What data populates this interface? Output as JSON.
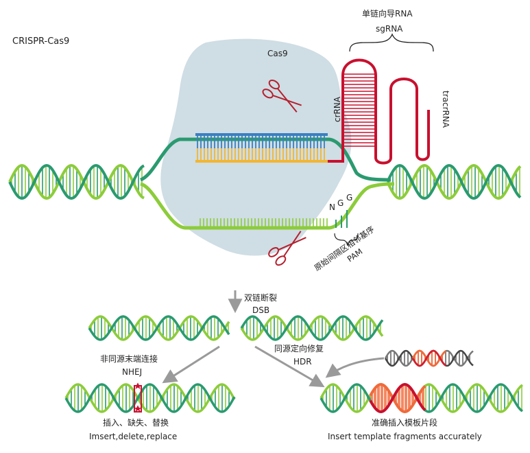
{
  "title": "CRISPR-Cas9",
  "labels": {
    "cas9": "Cas9",
    "sgrna_cn": "单链向导RNA",
    "sgrna": "sgRNA",
    "crrna": "crRNA",
    "tracrrna": "tracrRNA",
    "n": "N",
    "g1": "G",
    "g2": "G",
    "pam_cn": "原始间隔区相邻基序",
    "pam": "PAM",
    "dsb_cn": "双链断裂",
    "dsb": "DSB",
    "nhej_cn": "非同源末端连接",
    "nhej": "NHEJ",
    "hdr_cn": "同源定向修复",
    "hdr": "HDR",
    "result_nhej_cn": "插入、缺失、替换",
    "result_nhej_en": "Imsert,delete,replace",
    "result_hdr_cn": "准确插入模板片段",
    "result_hdr_en": "Insert template fragments accurately"
  },
  "colors": {
    "strand_dark": "#2a9a70",
    "strand_light": "#8ccc3a",
    "guide_red": "#c8102e",
    "cas9_body": "#cfdde4",
    "blue_rungs": "#3a7fc1",
    "yellow_rungs": "#f2b632",
    "arrow_gray": "#9a9a9a"
  },
  "icons": [
    "scissors-icon-top",
    "scissors-icon-bottom",
    "brace-icon-sgrna",
    "brace-icon-pam"
  ]
}
